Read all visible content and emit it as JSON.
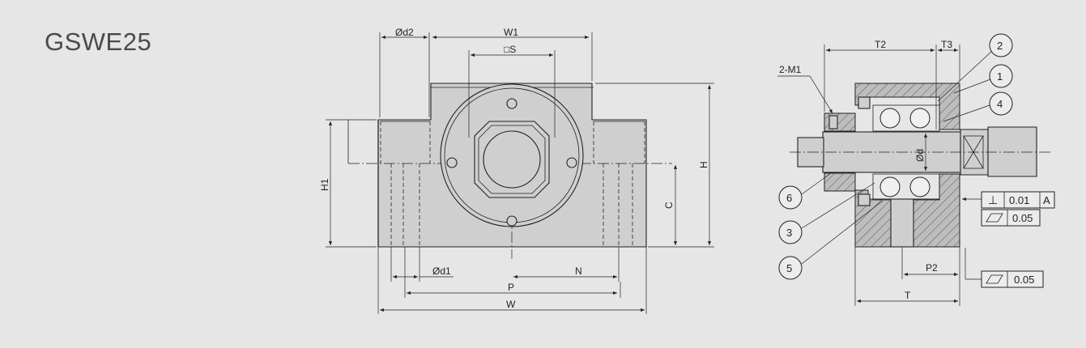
{
  "title": "GSWE25",
  "front_view": {
    "labels": {
      "d2": "Ød2",
      "w1": "W1",
      "s": "□S",
      "h1": "H1",
      "h": "H",
      "c": "C",
      "d1": "Ød1",
      "n": "N",
      "p": "P",
      "w": "W"
    }
  },
  "side_view": {
    "labels": {
      "t2": "T2",
      "t3": "T3",
      "m1": "2-M1",
      "d": "Ød",
      "p2": "P2",
      "t": "T"
    },
    "callouts": [
      "2",
      "1",
      "4",
      "6",
      "3",
      "5"
    ],
    "tolerances": {
      "perp_symbol": "⊥",
      "perp_value": "0.01",
      "datum": "A",
      "flat_value_1": "0.05",
      "flat_value_2": "0.05"
    }
  }
}
